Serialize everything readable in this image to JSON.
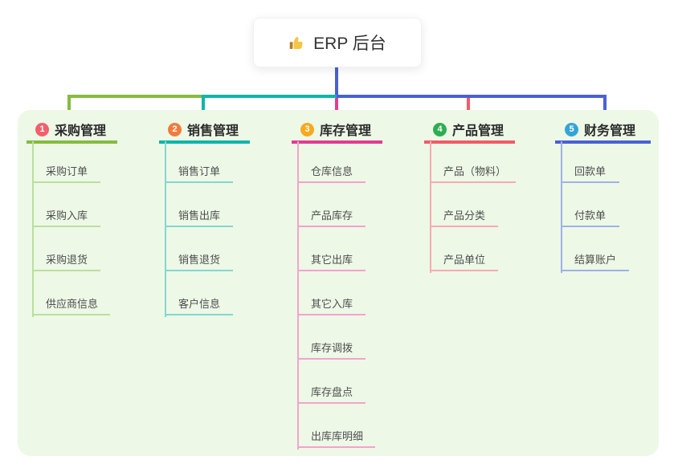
{
  "root": {
    "title": "ERP 后台",
    "icon": "thumbs-up-icon"
  },
  "palette": {
    "panel_bg": "#edf8e7",
    "root_connector_blue": "#4a60d4",
    "branch_line_colors": [
      "#85bb40",
      "#0eb5ab",
      "#e23c92",
      "#f25b66",
      "#4a60d4"
    ],
    "branch_badge_colors": [
      "#f2606c",
      "#f07c3e",
      "#f8a91f",
      "#2fad52",
      "#35a4d8"
    ],
    "sub_line_colors": [
      "#b9e09c",
      "#83d7cf",
      "#f3a3cd",
      "#f7abb1",
      "#9fb1e6"
    ],
    "title_text": "#2b2b2b",
    "sub_text": "#4e4e4e"
  },
  "branches": [
    {
      "number": "1",
      "title": "采购管理",
      "items": [
        "采购订单",
        "采购入库",
        "采购退货",
        "供应商信息"
      ]
    },
    {
      "number": "2",
      "title": "销售管理",
      "items": [
        "销售订单",
        "销售出库",
        "销售退货",
        "客户信息"
      ]
    },
    {
      "number": "3",
      "title": "库存管理",
      "items": [
        "仓库信息",
        "产品库存",
        "其它出库",
        "其它入库",
        "库存调拨",
        "库存盘点",
        "出库库明细"
      ]
    },
    {
      "number": "4",
      "title": "产品管理",
      "items": [
        "产品（物料）",
        "产品分类",
        "产品单位"
      ]
    },
    {
      "number": "5",
      "title": "财务管理",
      "items": [
        "回款单",
        "付款单",
        "结算账户"
      ]
    }
  ]
}
